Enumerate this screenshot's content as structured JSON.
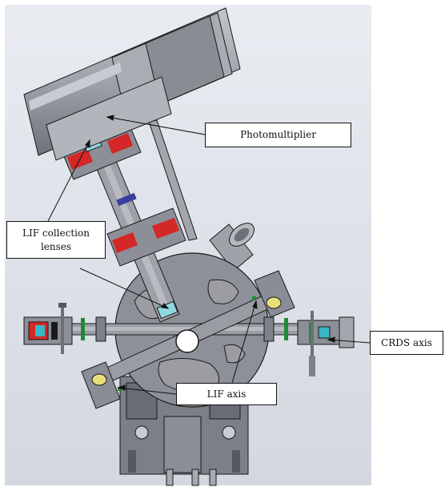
{
  "callouts": {
    "photomultiplier": "Photomultiplier",
    "lif_lenses": "LIF collection\nlenses",
    "crds_axis": "CRDS axis",
    "lif_axis": "LIF axis"
  },
  "colors": {
    "background": "#ffffff",
    "backdrop": "#dfe3ea",
    "steel": "#8e9199",
    "steel_dark": "#5f636b",
    "steel_light": "#b9bcc3",
    "slot": "#9a9ca2",
    "flange_red": "#d42727",
    "seal_green": "#1f8a3a",
    "lens_cyan": "#8fd8e0",
    "window_yellow": "#e8e07a",
    "outline": "#1a1a1a"
  }
}
